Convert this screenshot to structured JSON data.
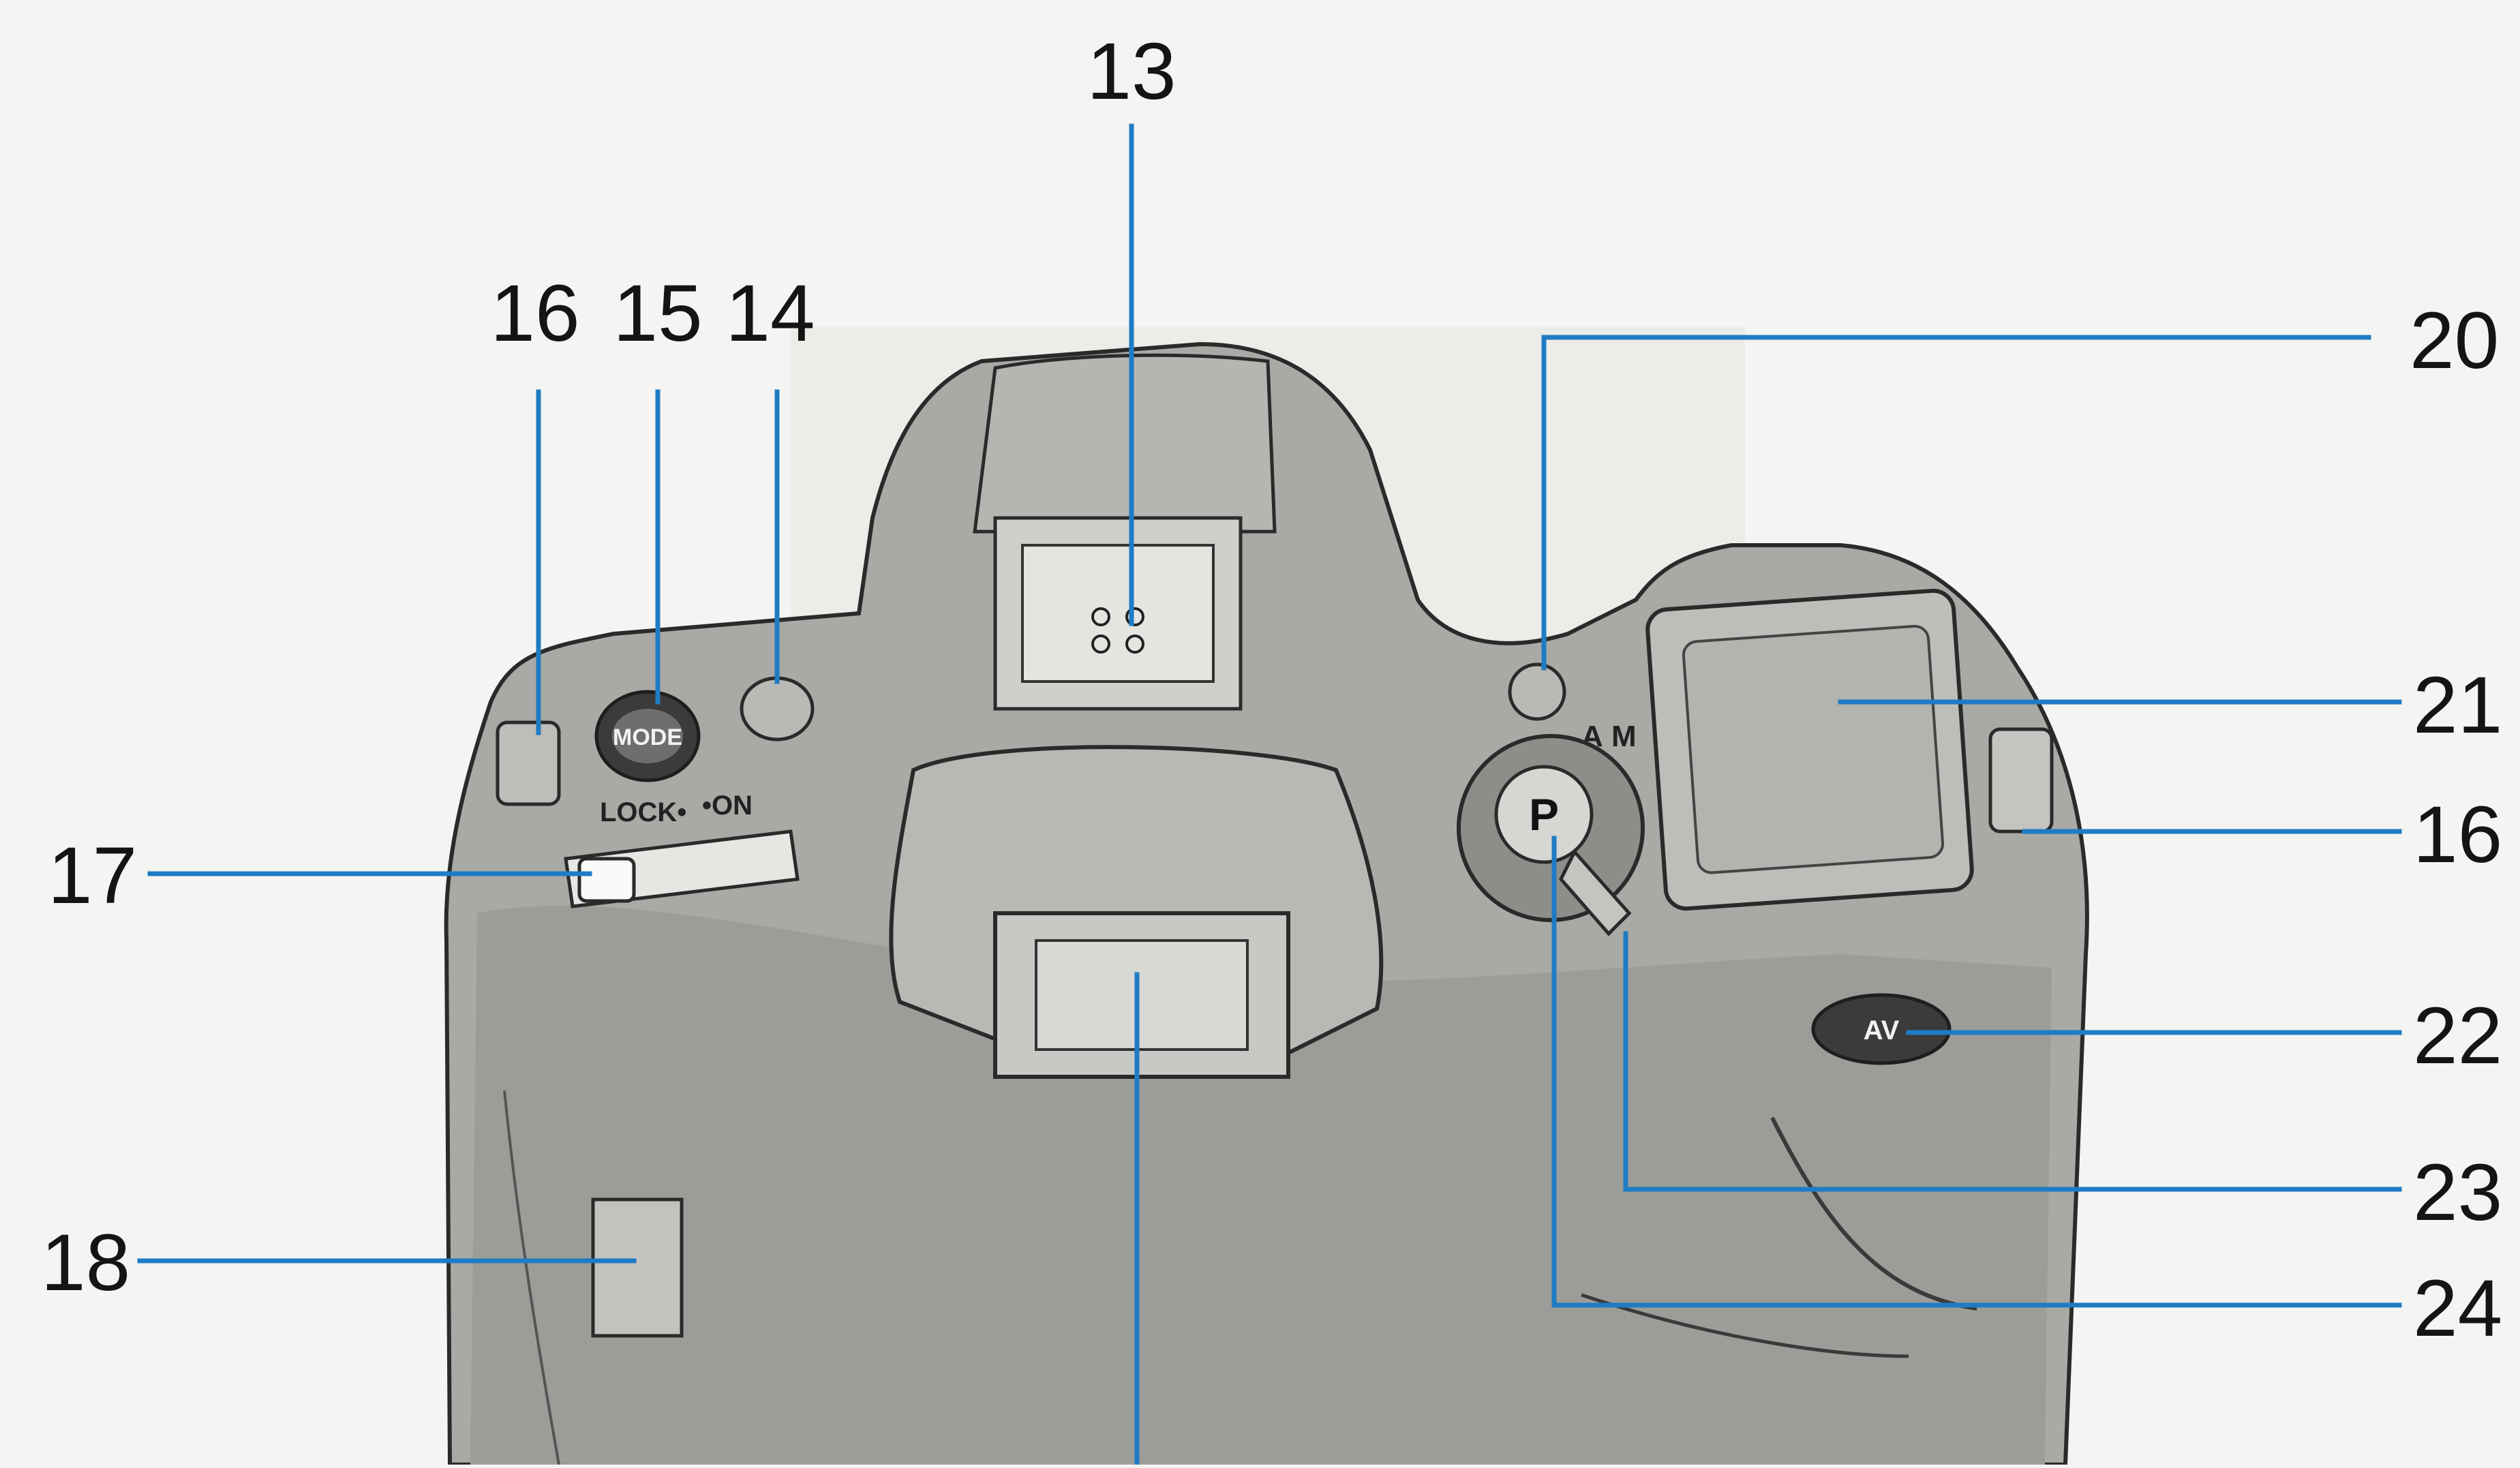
{
  "diagram": {
    "callout_color": "#1f7cc4",
    "body_fill": "#a9a9a6",
    "outline_color": "#2a2a2a",
    "callouts": [
      {
        "id": "13",
        "label": "13",
        "part": "accessory-shoe"
      },
      {
        "id": "14",
        "label": "14",
        "part": "ael-button"
      },
      {
        "id": "15",
        "label": "15",
        "part": "mode-button"
      },
      {
        "id": "16a",
        "label": "16",
        "part": "strap-eyelet-left"
      },
      {
        "id": "16b",
        "label": "16",
        "part": "strap-eyelet-right"
      },
      {
        "id": "17",
        "label": "17",
        "part": "main-switch"
      },
      {
        "id": "18",
        "label": "18",
        "part": "remote-terminal"
      },
      {
        "id": "20",
        "label": "20",
        "part": "function-button"
      },
      {
        "id": "21",
        "label": "21",
        "part": "lcd-panel"
      },
      {
        "id": "22",
        "label": "22",
        "part": "av-button"
      },
      {
        "id": "23",
        "label": "23",
        "part": "mode-lever"
      },
      {
        "id": "24",
        "label": "24",
        "part": "program-reset-button"
      }
    ],
    "switch_texts": {
      "lock": "LOCK•",
      "on": "•ON"
    },
    "button_texts": {
      "mode": "MODE",
      "p": "P",
      "av": "AV",
      "dial": "A M"
    }
  }
}
